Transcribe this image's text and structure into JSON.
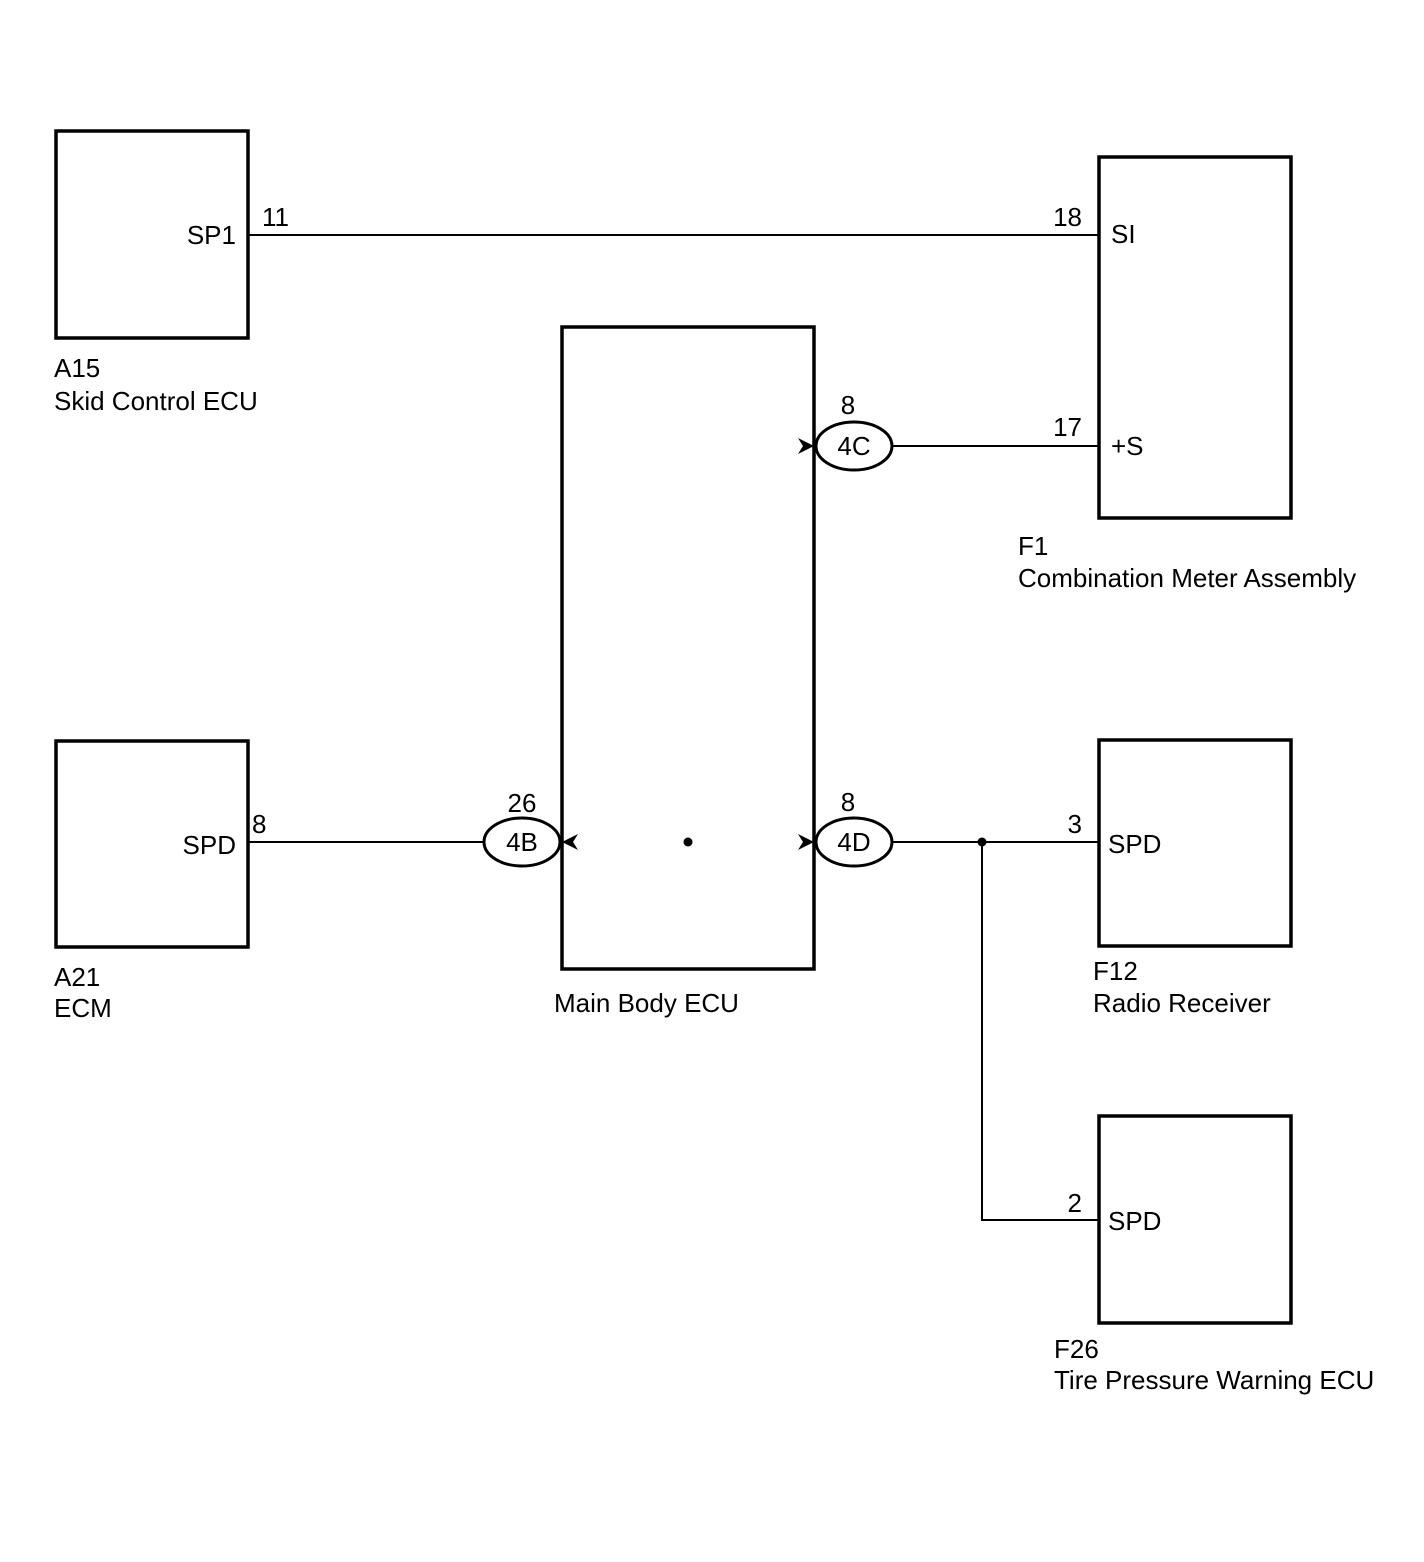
{
  "components": {
    "skid_control": {
      "code": "A15",
      "name": "Skid Control ECU",
      "pin_label": "SP1",
      "pin_number": "11"
    },
    "ecm": {
      "code": "A21",
      "name": "ECM",
      "pin_label": "SPD",
      "pin_number": "8"
    },
    "main_body": {
      "name": "Main Body ECU"
    },
    "combination_meter": {
      "code": "F1",
      "name": "Combination Meter Assembly",
      "pin_si_label": "SI",
      "pin_si_number": "18",
      "pin_s_label": "+S",
      "pin_s_number": "17"
    },
    "radio_receiver": {
      "code": "F12",
      "name": "Radio Receiver",
      "pin_label": "SPD",
      "pin_number": "3"
    },
    "tire_pressure": {
      "code": "F26",
      "name": "Tire Pressure Warning ECU",
      "pin_label": "SPD",
      "pin_number": "2"
    }
  },
  "connectors": {
    "c4b": {
      "label": "4B",
      "pin": "26"
    },
    "c4c": {
      "label": "4C",
      "pin": "8"
    },
    "c4d": {
      "label": "4D",
      "pin": "8"
    }
  }
}
